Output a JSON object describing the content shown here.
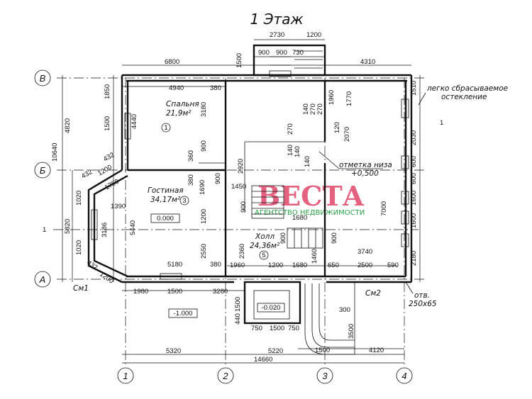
{
  "title": "1 Этаж",
  "axes": {
    "letters": [
      "В",
      "Б",
      "А"
    ],
    "numbers": [
      "1",
      "2",
      "3",
      "4"
    ]
  },
  "rooms": {
    "bedroom": {
      "name": "Спальня",
      "area": "21,9м²",
      "num": "1"
    },
    "living": {
      "name": "Гостиная",
      "area": "34,17м²",
      "num": "3"
    },
    "hall": {
      "name": "Холл",
      "area": "24,36м²",
      "num": "5"
    }
  },
  "levels": {
    "living_zero": "0.000",
    "porch": "-0.020",
    "ground": "-1.000",
    "bottom_mark": "отметка низа",
    "bottom_value": "+0,500"
  },
  "notes": {
    "glazing_line1": "легко сбрасываемое",
    "glazing_line2": "остекление",
    "hole_line1": "отв.",
    "hole_line2": "250х65",
    "sm1": "См1",
    "sm2": "См2",
    "section": "1",
    "section_right": "1"
  },
  "watermark": {
    "brand": "ВЕСТА",
    "sub": "АГЕНТСТВО НЕДВИЖИМОСТИ"
  },
  "dims": {
    "top_2730": "2730",
    "top_1200": "1200",
    "top_900a": "900",
    "top_900b": "900",
    "top_730": "730",
    "top_6800": "6800",
    "top_1500": "1500",
    "top_4310": "4310",
    "in_4940": "4940",
    "in_380a": "380",
    "in_1960": "1960",
    "in_1770": "1770",
    "in_140a": "140",
    "in_270a": "270",
    "in_270b": "270",
    "in_270c": "270",
    "in_120": "120",
    "in_2070": "2070",
    "in_140b": "140",
    "in_140c": "140",
    "in_140d": "140",
    "l_1850": "1850",
    "l_1500": "1500",
    "l_4440": "4440",
    "l_3180": "3180",
    "l_4820": "4820",
    "l_10640": "10640",
    "l_5820": "5820",
    "r_1510": "1510",
    "r_2030": "2030",
    "r_600a": "600",
    "r_600b": "600",
    "r_1600a": "1600",
    "r_1600b": "1600",
    "r_2180": "2180",
    "r_7000": "7000",
    "d_360": "360",
    "d_900a": "900",
    "d_2920": "2920",
    "bay_1200a": "1200",
    "bay_432a": "432",
    "bay_1750": "1750",
    "bay_432b": "432",
    "bay_1390": "1390",
    "bay_1020a": "1020",
    "bay_3186": "3186",
    "bay_1020b": "1020",
    "bay_1200b": "1200",
    "bay_432c": "432",
    "lv_5440": "5440",
    "lv_380b": "380",
    "lv_1690": "1690",
    "lv_900b": "900",
    "lv_1200": "1200",
    "lv_2550": "2550",
    "lv_1450": "1450",
    "lv_900c": "900",
    "h_1680": "1680",
    "h_900": "900",
    "h_900b": "900",
    "h_3740": "3740",
    "h_2360": "2360",
    "b_5180": "5180",
    "b_380c": "380",
    "b_1960": "1960",
    "b_1200": "1200",
    "b_1680": "1680",
    "b_1460": "1460",
    "b_650": "650",
    "b_2500": "2500",
    "b_590": "590",
    "o_1980": "1980",
    "o_1500": "1500",
    "o_3280": "3280",
    "p_1500": "1500",
    "p_440": "440",
    "p_750a": "750",
    "p_1500b": "1500",
    "p_750b": "750",
    "p_300": "300",
    "p_3500": "3500",
    "p_1500c": "1500",
    "p_4120": "4120",
    "t_5320": "5320",
    "t_5220": "5220",
    "t_14660": "14660"
  }
}
